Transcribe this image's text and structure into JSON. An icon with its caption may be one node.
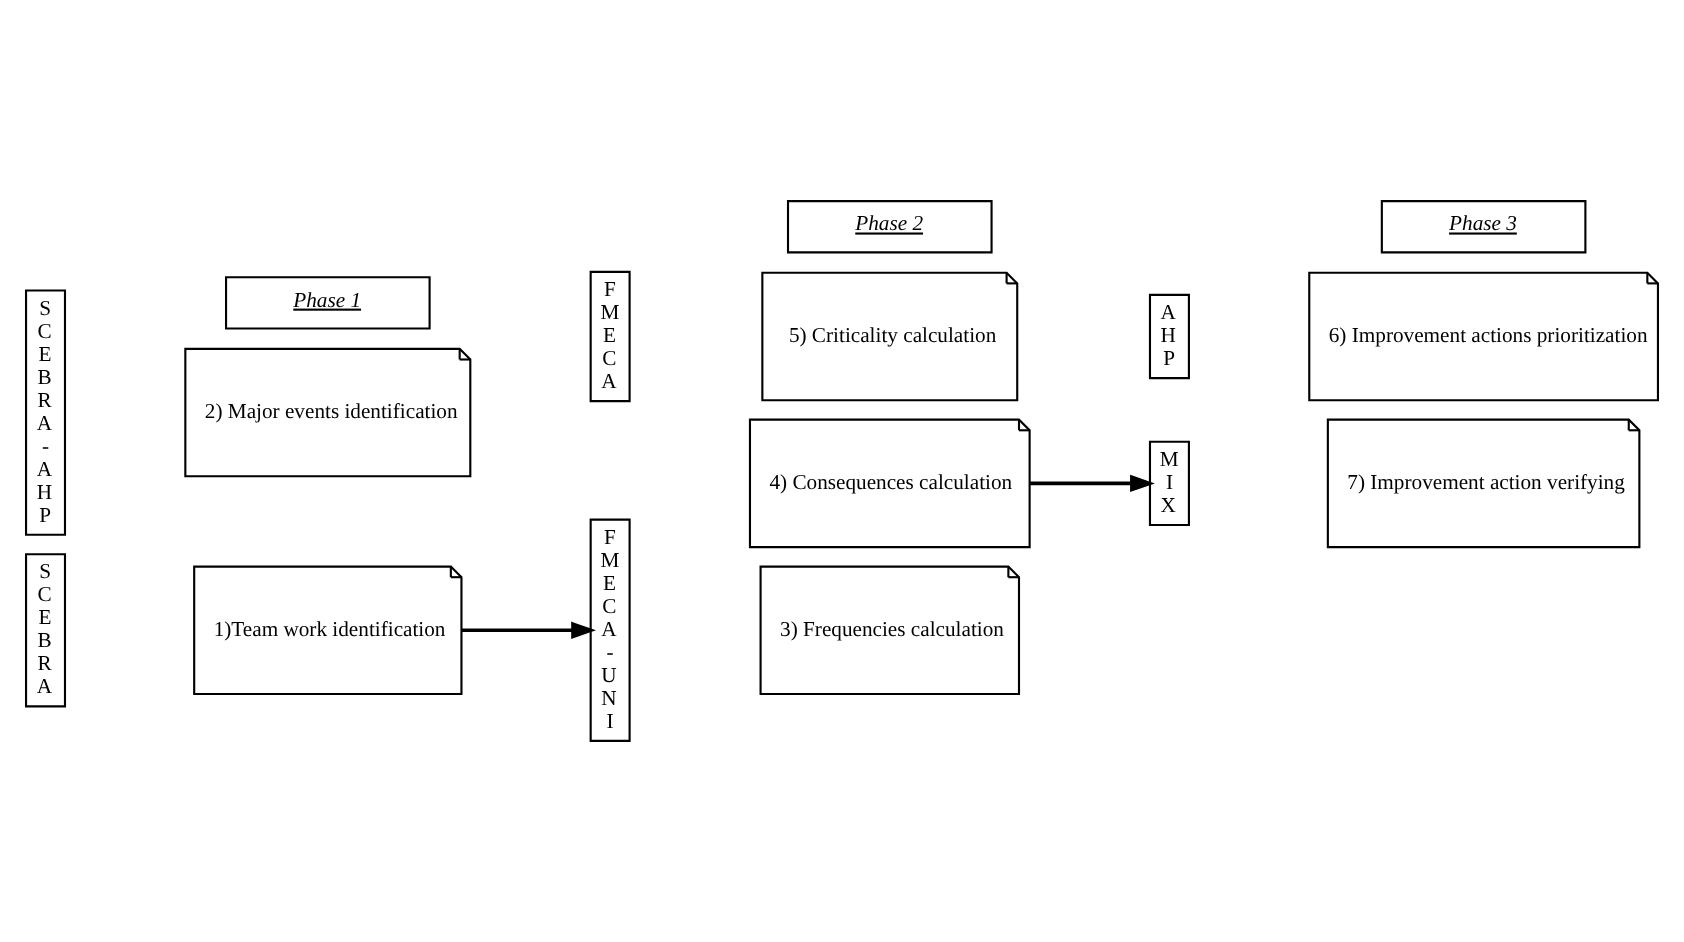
{
  "diagram": {
    "nodes": [
      {
        "text": [
          "SCEBRA"
        ]
      },
      {
        "text": [
          "1)Team work identification"
        ]
      },
      {
        "text": [
          "SCEBRA-AHP"
        ]
      },
      {
        "text": [
          "2) Major events identification"
        ]
      },
      {
        "text": [
          "FMECA-UNI"
        ]
      },
      {
        "text": [
          "3) Frequencies calculation"
        ]
      },
      {
        "text": [
          "4) Consequences calculation"
        ]
      },
      {
        "text": [
          "FMECA"
        ]
      },
      {
        "text": [
          "5) Criticality calculation"
        ]
      },
      {
        "text": [
          "AHP"
        ]
      },
      {
        "text": [
          "6) Improvement actions prioritization"
        ]
      },
      {
        "text": [
          "MIX"
        ]
      },
      {
        "text": [
          "7) Improvement action verifying"
        ]
      },
      {
        "text": [
          "Phase 1"
        ]
      },
      {
        "text": [
          "Phase 2"
        ]
      },
      {
        "text": [
          "Phase 3"
        ]
      }
    ],
    "edges": [
      {
        "from": 1,
        "to": 4,
        "arrow": "to"
      },
      {
        "from": 6,
        "to": 11,
        "arrow": "to"
      }
    ]
  }
}
